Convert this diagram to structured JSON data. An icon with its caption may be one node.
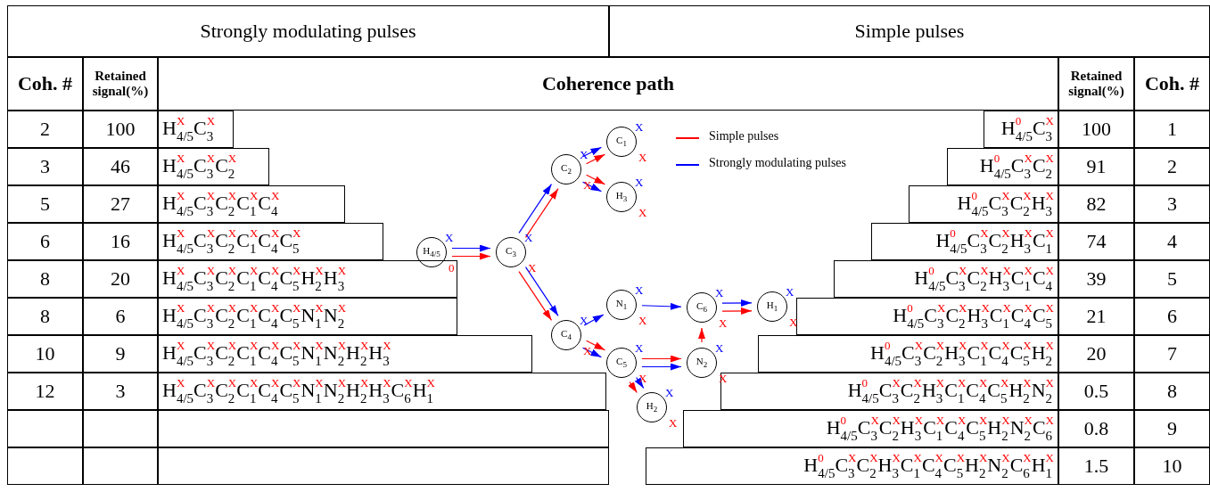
{
  "diagram": {
    "nodes": [
      {
        "text": [
          "H$_{4/5}$"
        ],
        "beside": [
          "X",
          "0"
        ]
      },
      {
        "text": [
          "C$_{3}$"
        ],
        "beside": [
          "X",
          "X"
        ]
      },
      {
        "text": [
          "C$_{2}$"
        ],
        "beside": [
          "X",
          "X"
        ]
      },
      {
        "text": [
          "C$_{1}$"
        ],
        "beside": [
          "X",
          "X"
        ]
      },
      {
        "text": [
          "H$_{3}$"
        ],
        "beside": [
          "X",
          "X"
        ]
      },
      {
        "text": [
          "C$_{4}$"
        ],
        "beside": [
          "X",
          "X"
        ]
      },
      {
        "text": [
          "N$_{1}$"
        ],
        "beside": [
          "X",
          "X"
        ]
      },
      {
        "text": [
          "C$_{5}$"
        ],
        "beside": [
          "X",
          "X"
        ]
      },
      {
        "text": [
          "N$_{2}$"
        ],
        "beside": [
          "X",
          "X"
        ]
      },
      {
        "text": [
          "C$_{6}$"
        ],
        "beside": [
          "X",
          "X"
        ]
      },
      {
        "text": [
          "H$_{1}$"
        ],
        "beside": [
          "X",
          "X"
        ]
      },
      {
        "text": [
          "H$_{2}$"
        ],
        "beside": [
          "X",
          "X"
        ]
      }
    ],
    "edges": [
      {
        "from": 0,
        "to": 1,
        "arrow": "to",
        "color": "#0000ff"
      },
      {
        "from": 0,
        "to": 1,
        "arrow": "to",
        "color": "#ff0000"
      },
      {
        "from": 1,
        "to": 2,
        "arrow": "to",
        "color": "#0000ff"
      },
      {
        "from": 1,
        "to": 2,
        "arrow": "to",
        "color": "#ff0000"
      },
      {
        "from": 1,
        "to": 5,
        "arrow": "to",
        "color": "#0000ff"
      },
      {
        "from": 1,
        "to": 5,
        "arrow": "to",
        "color": "#ff0000"
      },
      {
        "from": 2,
        "to": 3,
        "arrow": "to",
        "color": "#0000ff"
      },
      {
        "from": 2,
        "to": 3,
        "arrow": "to",
        "color": "#ff0000"
      },
      {
        "from": 2,
        "to": 4,
        "arrow": "to",
        "color": "#ff0000"
      },
      {
        "from": 2,
        "to": 4,
        "arrow": "to",
        "color": "#0000ff"
      },
      {
        "from": 5,
        "to": 6,
        "arrow": "to",
        "color": "#0000ff"
      },
      {
        "from": 5,
        "to": 7,
        "arrow": "to",
        "color": "#ff0000"
      },
      {
        "from": 5,
        "to": 7,
        "arrow": "to",
        "color": "#0000ff"
      },
      {
        "from": 6,
        "to": 9,
        "arrow": "to",
        "color": "#0000ff"
      },
      {
        "from": 7,
        "to": 8,
        "arrow": "to",
        "color": "#ff0000"
      },
      {
        "from": 7,
        "to": 8,
        "arrow": "to",
        "color": "#0000ff"
      },
      {
        "from": 7,
        "to": 11,
        "arrow": "to",
        "color": "#0000ff"
      },
      {
        "from": 7,
        "to": 11,
        "arrow": "to",
        "color": "#ff0000"
      },
      {
        "from": 8,
        "to": 9,
        "arrow": "to",
        "color": "#ff0000"
      },
      {
        "from": 9,
        "to": 10,
        "arrow": "to",
        "color": "#0000ff"
      },
      {
        "from": 9,
        "to": 10,
        "arrow": "to",
        "color": "#ff0000"
      }
    ],
    "labels": [
      "Strongly modulating pulses",
      "Simple pulses",
      "Coh. #",
      "Retained signal(%)",
      "Coherence path",
      "Retained signal(%)",
      "Coh. #",
      "2",
      "100",
      "H$_{4/5}$$^{X}$C$_{3}$$^{X}$",
      "H$_{4/5}$$^{0}$C$_{3}$$^{X}$",
      "100",
      "1",
      "3",
      "46",
      "H$_{4/5}$$^{X}$C$_{3}$$^{X}$C$_{2}$$^{X}$",
      "H$_{4/5}$$^{0}$C$_{3}$$^{X}$C$_{2}$$^{X}$",
      "91",
      "2",
      "5",
      "27",
      "H$_{4/5}$$^{X}$C$_{3}$$^{X}$C$_{2}$$^{X}$C$_{1}$$^{X}$C$_{4}$$^{X}$",
      "H$_{4/5}$$^{0}$C$_{3}$$^{X}$C$_{2}$$^{X}$H$_{3}$$^{X}$",
      "82",
      "3",
      "6",
      "16",
      "H$_{4/5}$$^{X}$C$_{3}$$^{X}$C$_{2}$$^{X}$C$_{1}$$^{X}$C$_{4}$$^{X}$C$_{5}$$^{X}$",
      "H$_{4/5}$$^{0}$C$_{3}$$^{X}$C$_{2}$$^{X}$H$_{3}$$^{X}$C$_{1}$$^{X}$",
      "74",
      "4",
      "8",
      "20",
      "H$_{4/5}$$^{X}$C$_{3}$$^{X}$C$_{2}$$^{X}$C$_{1}$$^{X}$C$_{4}$$^{X}$C$_{5}$$^{X}$H$_{2}$$^{X}$H$_{3}$$^{X}$",
      "H$_{4/5}$$^{0}$C$_{3}$$^{X}$C$_{2}$$^{X}$H$_{3}$$^{X}$C$_{1}$$^{X}$C$_{4}$$^{X}$",
      "39",
      "5",
      "8",
      "6",
      "H$_{4/5}$$^{X}$C$_{3}$$^{X}$C$_{2}$$^{X}$C$_{1}$$^{X}$C$_{4}$$^{X}$C$_{5}$$^{X}$N$_{1}$$^{X}$N$_{2}$$^{X}$",
      "H$_{4/5}$$^{0}$C$_{3}$$^{X}$C$_{2}$$^{X}$H$_{3}$$^{X}$C$_{1}$$^{X}$C$_{4}$$^{X}$C$_{5}$$^{X}$",
      "21",
      "6",
      "10",
      "9",
      "H$_{4/5}$$^{X}$C$_{3}$$^{X}$C$_{2}$$^{X}$C$_{1}$$^{X}$C$_{4}$$^{X}$C$_{5}$$^{X}$N$_{1}$$^{X}$N$_{2}$$^{X}$H$_{2}$$^{X}$H$_{3}$$^{X}$",
      "H$_{4/5}$$^{0}$C$_{3}$$^{X}$C$_{2}$$^{X}$H$_{3}$$^{X}$C$_{1}$$^{X}$C$_{4}$$^{X}$C$_{5}$$^{X}$H$_{2}$$^{X}$",
      "20",
      "7",
      "12",
      "3",
      "H$_{4/5}$$^{X}$C$_{3}$$^{X}$C$_{2}$$^{X}$C$_{1}$$^{X}$C$_{4}$$^{X}$C$_{5}$$^{X}$N$_{1}$$^{X}$N$_{2}$$^{X}$H$_{2}$$^{X}$H$_{3}$$^{X}$C$_{6}$$^{X}$H$_{1}$$^{X}$",
      "H$_{4/5}$$^{0}$C$_{3}$$^{X}$C$_{2}$$^{X}$H$_{3}$$^{X}$C$_{1}$$^{X}$C$_{4}$$^{X}$C$_{5}$$^{X}$H$_{2}$$^{X}$N$_{2}$$^{X}$",
      "0.5",
      "8",
      "H$_{4/5}$$^{0}$C$_{3}$$^{X}$C$_{2}$$^{X}$H$_{3}$$^{X}$C$_{1}$$^{X}$C$_{4}$$^{X}$C$_{5}$$^{X}$H$_{2}$$^{X}$N$_{2}$$^{X}$C$_{6}$$^{X}$",
      "0.8",
      "9",
      "H$_{4/5}$$^{0}$C$_{3}$$^{X}$C$_{2}$$^{X}$H$_{3}$$^{X}$C$_{1}$$^{X}$C$_{4}$$^{X}$C$_{5}$$^{X}$H$_{2}$$^{X}$N$_{2}$$^{X}$C$_{6}$$^{X}$H$_{1}$$^{X}$",
      "1.5",
      "10"
    ],
    "legend": [
      {
        "text": "Simple pulses",
        "color": "#ff0000"
      },
      {
        "text": "Strongly modulating pulses",
        "color": "#0000ff"
      }
    ]
  }
}
